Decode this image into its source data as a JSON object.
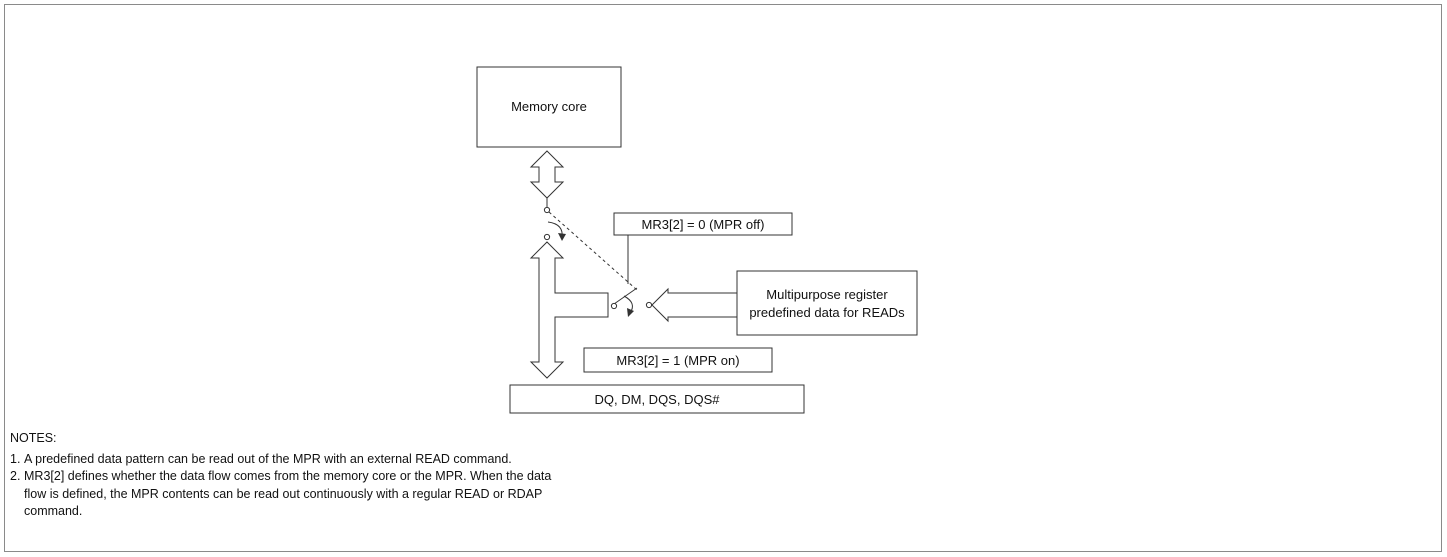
{
  "diagram": {
    "memory_core": "Memory core",
    "mpr_off_label": "MR3[2] = 0 (MPR off)",
    "mpr_on_label": "MR3[2] = 1 (MPR on)",
    "register_line1": "Multipurpose register",
    "register_line2": "predefined data for READs",
    "bus_label": "DQ, DM, DQS, DQS#"
  },
  "notes": {
    "heading": "NOTES:",
    "items": [
      {
        "num": "1.",
        "text": "A predefined data pattern can be read out of the MPR with an external READ command."
      },
      {
        "num": "2.",
        "text": "MR3[2] defines whether the data flow comes from the memory core or the MPR. When the data flow is defined, the MPR contents can be read out continuously with a regular READ or RDAP command."
      }
    ]
  }
}
